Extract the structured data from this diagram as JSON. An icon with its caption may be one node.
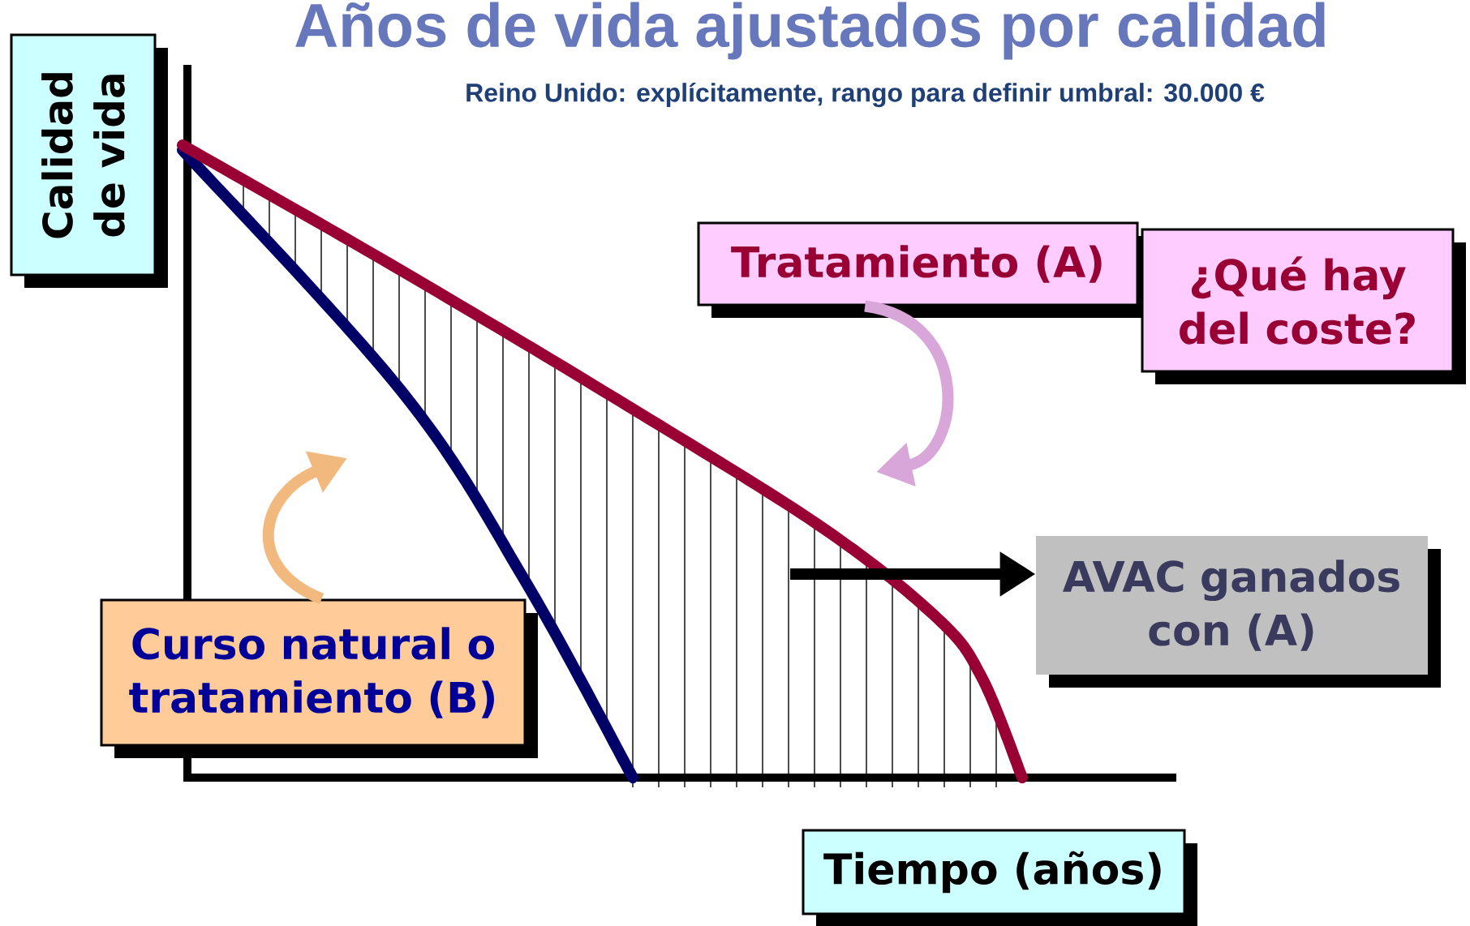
{
  "diagram": {
    "title": "Años de vida ajustados por calidad",
    "nodes": [
      {
        "text": [
          "Calidad de vida"
        ]
      },
      {
        "text": [
          "Tratamiento (A)"
        ]
      },
      {
        "text": [
          "¿Qué hay del coste?"
        ]
      },
      {
        "text": [
          "AVAC ganados con (A)"
        ]
      },
      {
        "text": [
          "Curso natural o tratamiento (B)"
        ]
      },
      {
        "text": [
          "Tiempo (años)"
        ]
      }
    ],
    "edges": [
      {
        "from": 1,
        "to": null,
        "arrow": "to",
        "color": "#d9a6d9"
      },
      {
        "from": 4,
        "to": null,
        "arrow": "to",
        "color": "#f2b97e"
      },
      {
        "from": null,
        "to": 3,
        "arrow": "to",
        "color": "#000000"
      }
    ],
    "labels": [
      "Reino Unido: explícitamente, rango para definir umbral: 30.000 €"
    ]
  }
}
